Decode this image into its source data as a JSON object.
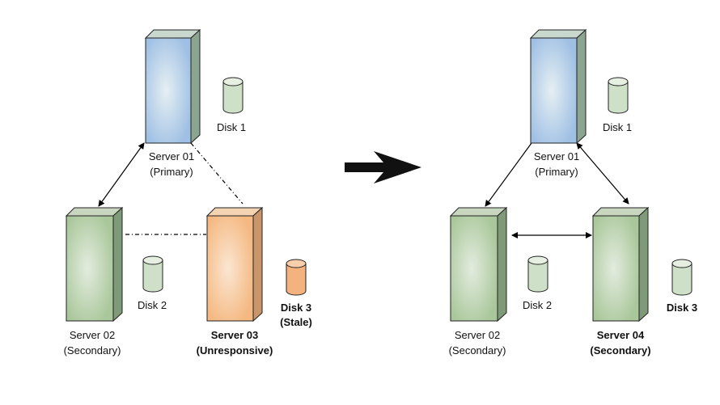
{
  "left": {
    "server01": {
      "name": "Server 01",
      "role": "(Primary)"
    },
    "server02": {
      "name": "Server 02",
      "role": "(Secondary)"
    },
    "server03": {
      "name": "Server 03",
      "role": "(Unresponsive)"
    },
    "disk1": {
      "label": "Disk 1"
    },
    "disk2": {
      "label": "Disk 2"
    },
    "disk3": {
      "label": "Disk 3",
      "status": "(Stale)"
    }
  },
  "right": {
    "server01": {
      "name": "Server 01",
      "role": "(Primary)"
    },
    "server02": {
      "name": "Server 02",
      "role": "(Secondary)"
    },
    "server04": {
      "name": "Server 04",
      "role": "(Secondary)"
    },
    "disk1": {
      "label": "Disk 1"
    },
    "disk2": {
      "label": "Disk 2"
    },
    "disk3": {
      "label": "Disk 3"
    }
  },
  "colors": {
    "primary_front": "#a9c8e6",
    "primary_side": "#8aa89a",
    "secondary_front": "#b7d0a6",
    "secondary_side": "#7e9a78",
    "unresponsive_front": "#f7c28f",
    "unresponsive_side": "#d49a6a",
    "disk_green": "#cfe0c8",
    "disk_orange": "#f4b27e"
  }
}
